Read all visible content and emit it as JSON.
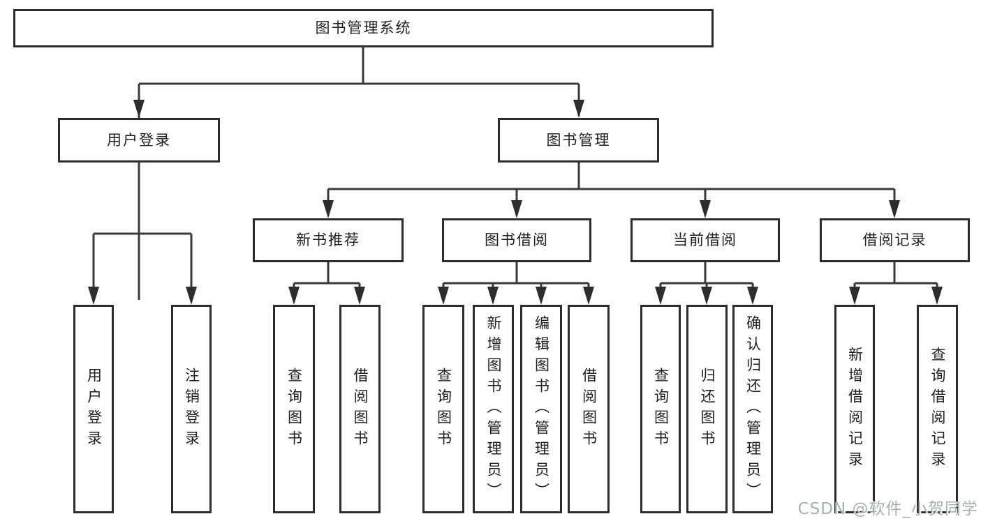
{
  "tree": {
    "root": {
      "label": "图书管理系统",
      "children": [
        {
          "label": "用户登录",
          "children": [
            {
              "label": "用户登录"
            },
            {
              "label": "注销登录"
            }
          ]
        },
        {
          "label": "图书管理",
          "children": [
            {
              "label": "新书推荐",
              "children": [
                {
                  "label": "查询图书"
                },
                {
                  "label": "借阅图书"
                }
              ]
            },
            {
              "label": "图书借阅",
              "children": [
                {
                  "label": "查询图书"
                },
                {
                  "label": "新增图书（管理员）"
                },
                {
                  "label": "编辑图书（管理员）"
                },
                {
                  "label": "借阅图书"
                }
              ]
            },
            {
              "label": "当前借阅",
              "children": [
                {
                  "label": "查询图书"
                },
                {
                  "label": "归还图书"
                },
                {
                  "label": "确认归还（管理员）"
                }
              ]
            },
            {
              "label": "借阅记录",
              "children": [
                {
                  "label": "新增借阅记录"
                },
                {
                  "label": "查询借阅记录"
                }
              ]
            }
          ]
        }
      ]
    }
  },
  "watermark": {
    "text": "CSDN @软件_小贺同学"
  },
  "colors": {
    "background": "#ffffff",
    "box_border": "#2d2d2d",
    "line": "#3a3a3a",
    "arrow": "#2d2d2d",
    "text": "#1f1f1f",
    "watermark": "#aaadb2"
  }
}
